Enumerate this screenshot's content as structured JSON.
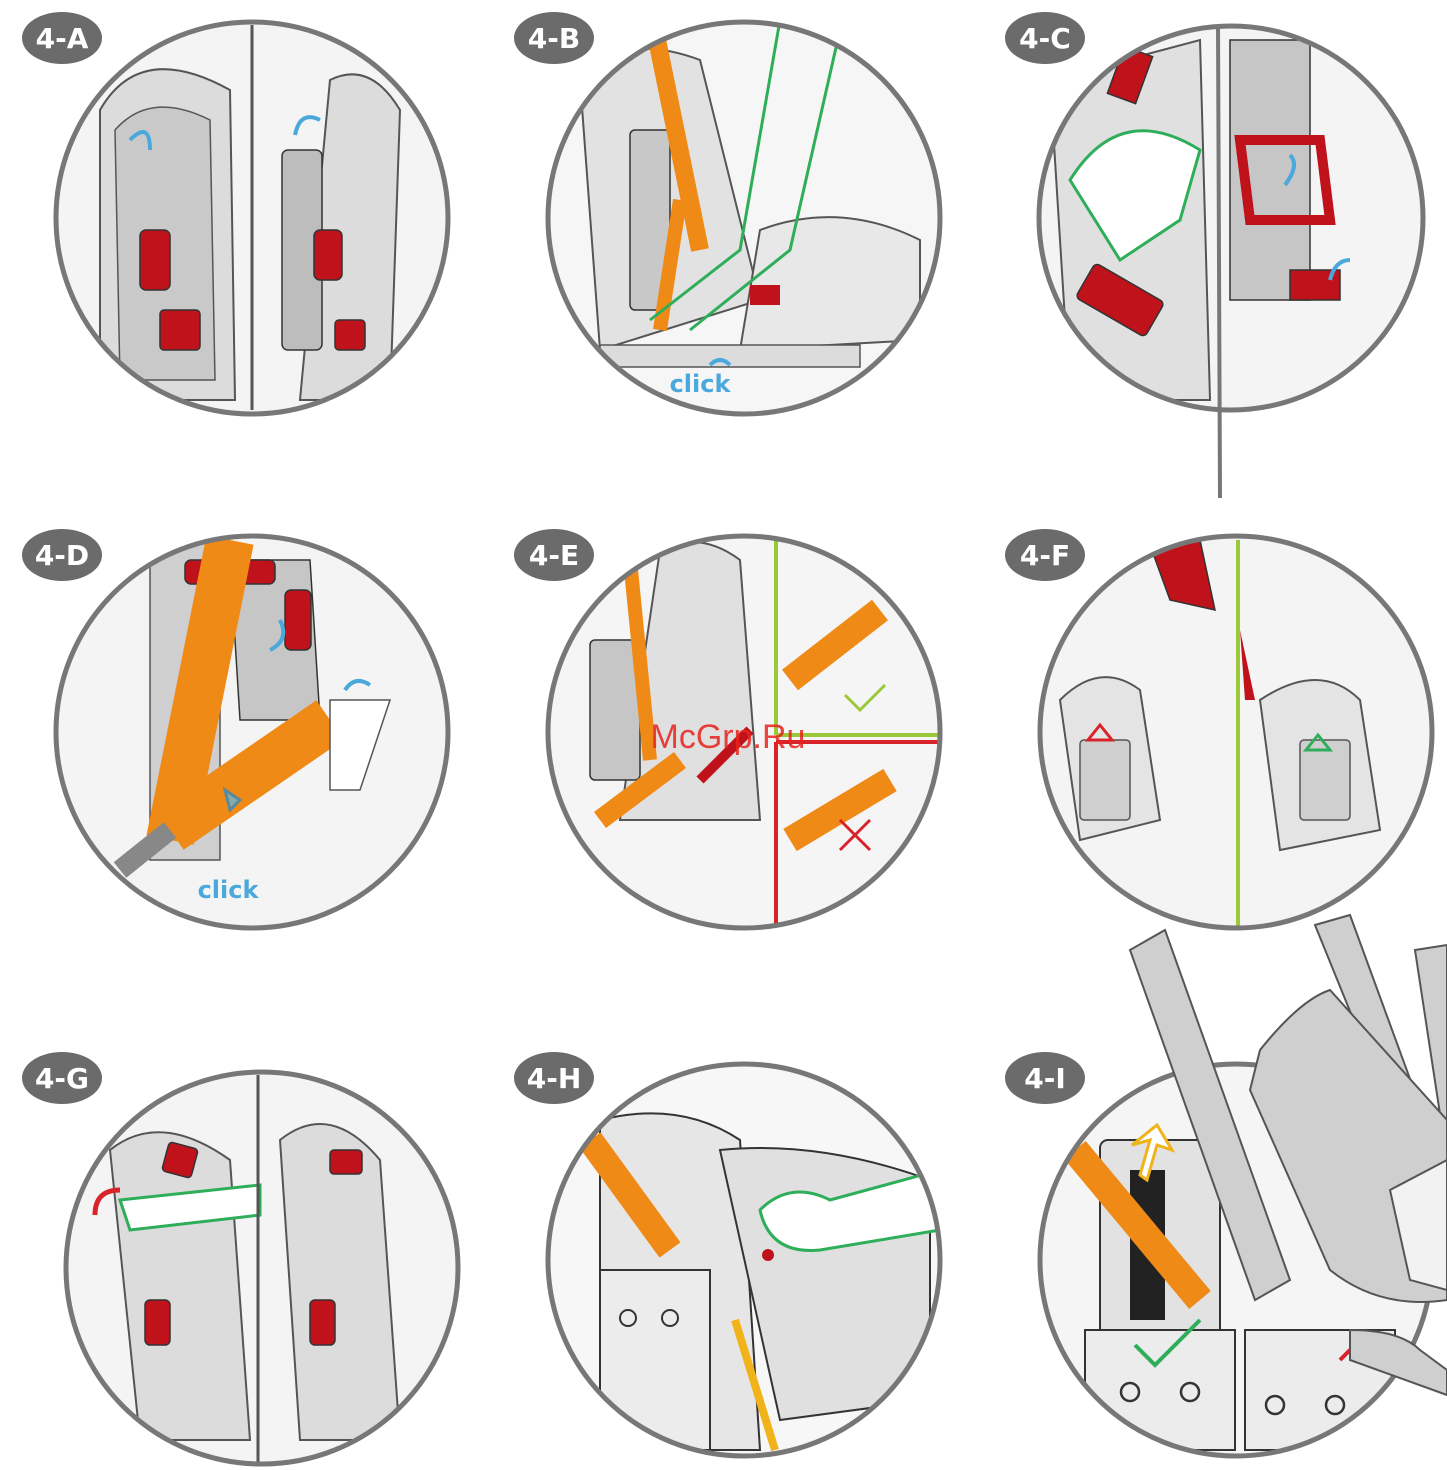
{
  "colors": {
    "ring": "#777777",
    "seat_grey": "#d9d9d9",
    "seat_dark": "#b8b8b8",
    "red_part": "#c0121b",
    "orange_belt": "#f08a16",
    "blue_arrow": "#4aa8dc",
    "green_hand": "#2fae5a",
    "ok_green": "#9cc93a",
    "bad_red": "#d9232b",
    "badge_bg": "#6b6b6b",
    "light_grey": "#cfcfcf"
  },
  "steps": [
    {
      "label": "4-A"
    },
    {
      "label": "4-B",
      "click": "click"
    },
    {
      "label": "4-C"
    },
    {
      "label": "4-D",
      "click": "click"
    },
    {
      "label": "4-E"
    },
    {
      "label": "4-F"
    },
    {
      "label": "4-G"
    },
    {
      "label": "4-H"
    },
    {
      "label": "4-I"
    }
  ],
  "watermark": "McGrp.Ru",
  "icons": [
    "arrow-icon",
    "checkmark-icon",
    "cross-icon",
    "hand-icon"
  ]
}
